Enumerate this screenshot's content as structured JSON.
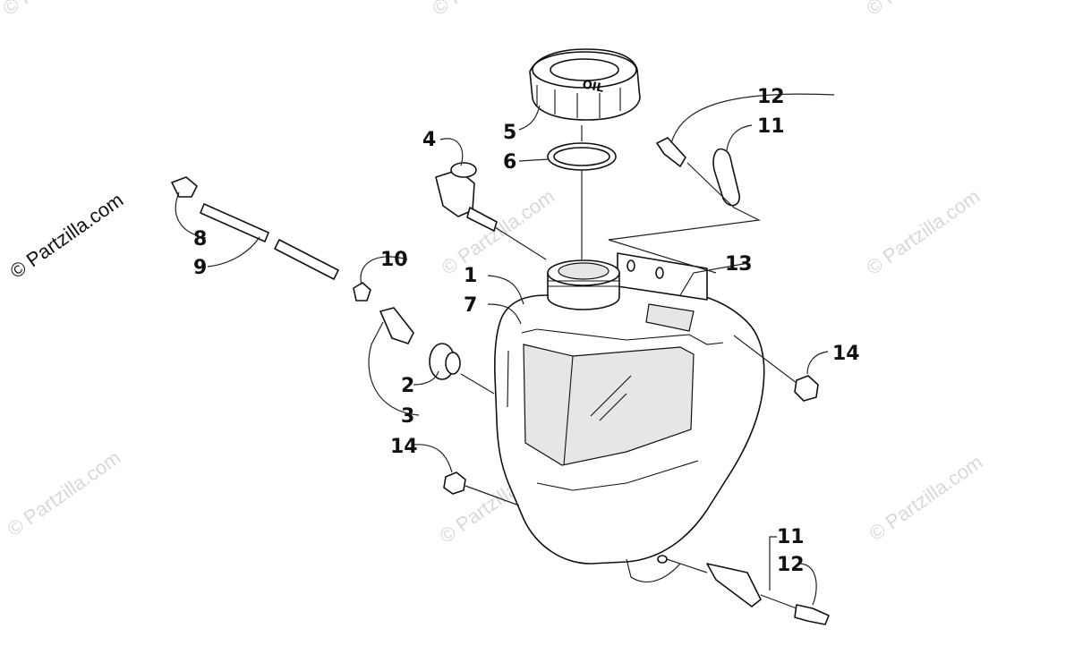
{
  "credit": "© Partzilla.com",
  "watermark": "© Partzilla.com",
  "colors": {
    "ink": "#111111",
    "watermark": "#d8d8d8",
    "background": "#ffffff"
  },
  "callouts": [
    "1",
    "2",
    "3",
    "4",
    "5",
    "6",
    "7",
    "8",
    "9",
    "10",
    "11",
    "11",
    "12",
    "12",
    "13",
    "14",
    "14"
  ],
  "cap_markings": "OIL"
}
